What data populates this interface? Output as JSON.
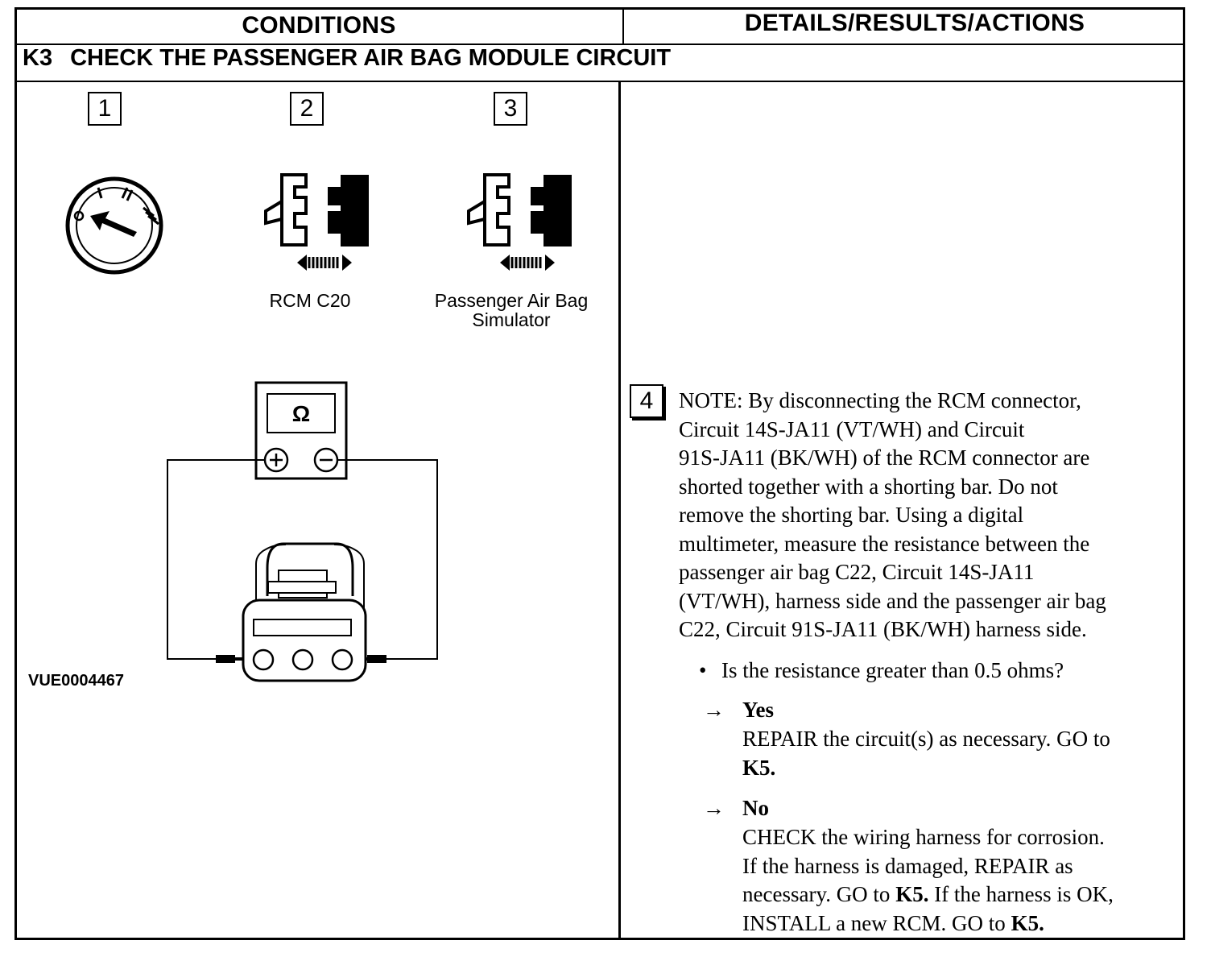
{
  "header": {
    "conditions": "CONDITIONS",
    "details": "DETAILS/RESULTS/ACTIONS"
  },
  "section": {
    "code": "K3",
    "title": "CHECK THE PASSENGER AIR BAG MODULE CIRCUIT"
  },
  "steps": {
    "s1": "1",
    "s2": "2",
    "s3": "3",
    "s4": "4"
  },
  "labels": {
    "ignition_positions": [
      "O",
      "I",
      "II",
      "III"
    ],
    "rcm": "RCM C20",
    "simulator_line1": "Passenger Air Bag",
    "simulator_line2": "Simulator",
    "meter_symbol": "Ω",
    "plus": "+",
    "minus": "−",
    "reference": "VUE0004467"
  },
  "details": {
    "note_lines": [
      "NOTE: By disconnecting the RCM connector,",
      "Circuit 14S-JA11 (VT/WH) and Circuit",
      "91S-JA11 (BK/WH) of the RCM connector are",
      "shorted together with a shorting bar. Do not",
      "remove the shorting bar. Using a digital",
      "multimeter, measure the resistance between the",
      "passenger air bag C22, Circuit 14S-JA11",
      "(VT/WH), harness side and the passenger air bag",
      "C22, Circuit 91S-JA11 (BK/WH) harness side."
    ],
    "bullet_symbol": "•",
    "question": "Is the resistance greater than 0.5 ohms?",
    "arrow": "→",
    "yes": {
      "label": "Yes",
      "line1": "REPAIR the circuit(s) as necessary. GO to",
      "line2": "K5."
    },
    "no": {
      "label": "No",
      "line1": "CHECK the wiring harness for corrosion.",
      "line2": "If the harness is damaged, REPAIR as",
      "line3_pre": "necessary. GO to ",
      "line3_bold": "K5.",
      "line3_post": " If the harness is OK,",
      "line4_pre": "INSTALL a new RCM. GO to ",
      "line4_bold": "K5."
    }
  }
}
